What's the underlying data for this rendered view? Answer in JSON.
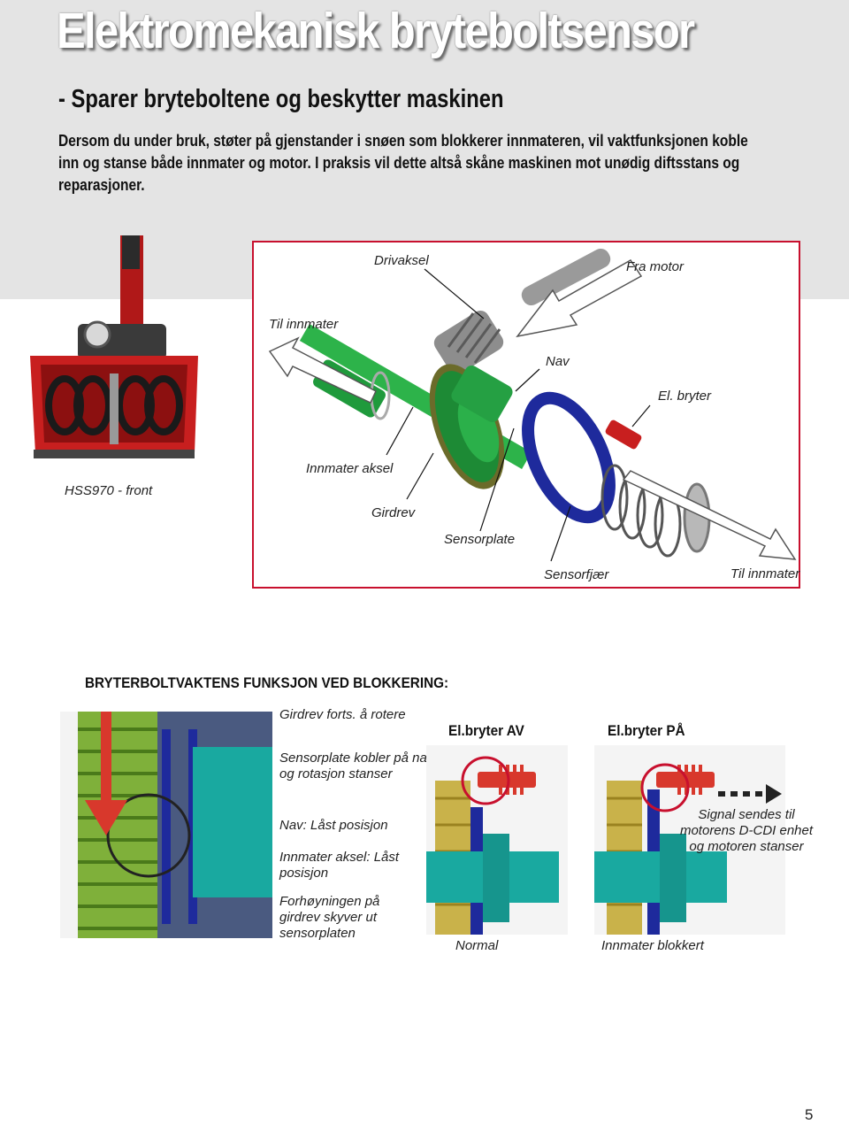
{
  "title": "Elektromekanisk bryteboltsensor",
  "subtitle": "- Sparer bryteboltene og beskytter maskinen",
  "intro": "Dersom du under bruk, støter på gjenstander i snøen som blokkerer innmateren, vil vaktfunksjonen koble inn og stanse både innmater og motor. I praksis vil dette altså skåne maskinen mot unødig diftsstans og reparasjoner.",
  "diagram": {
    "labels": {
      "drivaksel": "Drivaksel",
      "fra_motor": "Fra motor",
      "til_innmater_top": "Til innmater",
      "nav": "Nav",
      "el_bryter": "El. bryter",
      "hss970": "HSS970 - front",
      "innmater_aksel": "Innmater aksel",
      "girdrev": "Girdrev",
      "sensorplate": "Sensorplate",
      "sensorfjaer": "Sensorfjær",
      "til_innmater_bottom": "Til innmater"
    }
  },
  "section": {
    "heading": "BRYTERBOLTVAKTENS FUNKSJON VED BLOKKERING:",
    "callouts": {
      "c1": "Girdrev forts. å rotere",
      "c2": "Sensorplate kobler på nav og rotasjon stanser",
      "c3": "Nav: Låst posisjon",
      "c4": "Innmater aksel: Låst posisjon",
      "c5": "Forhøyningen på girdrev skyver ut sensorplaten"
    },
    "el_av": "El.bryter AV",
    "el_pa": "El.bryter PÅ",
    "signal": "Signal sendes til motorens D-CDI enhet og motoren stanser",
    "normal": "Normal",
    "blokkert": "Innmater blokkert"
  },
  "page_number": "5",
  "colors": {
    "red": "#c8102e",
    "green": "#2db34a",
    "blue": "#1e2a9c",
    "teal": "#19a9a0",
    "gray_band": "#e4e4e4"
  }
}
